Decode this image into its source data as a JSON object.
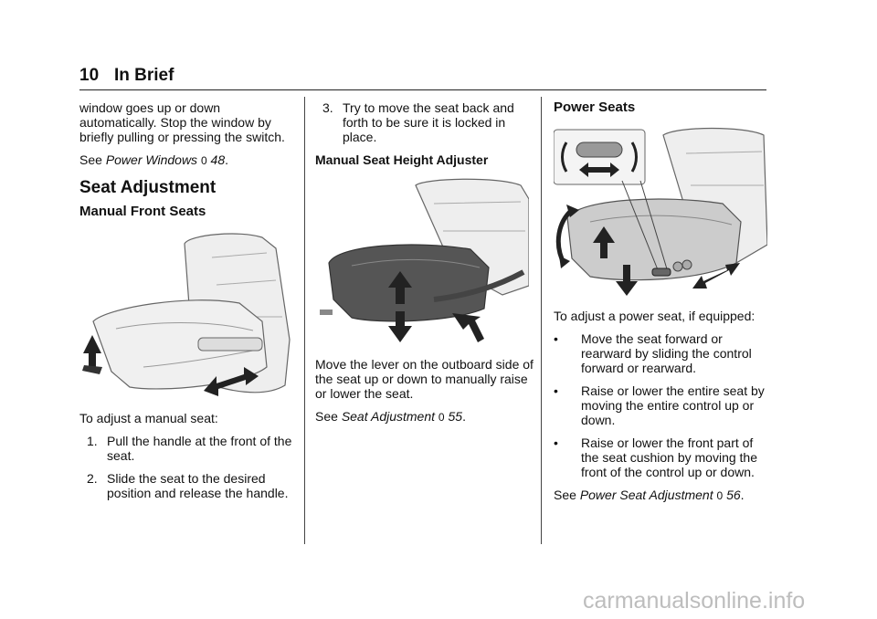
{
  "header": {
    "page_number": "10",
    "section": "In Brief"
  },
  "col1": {
    "intro": "window goes up or down automatically. Stop the window by briefly pulling or pressing the switch.",
    "see_prefix": "See",
    "see_link": "Power Windows",
    "see_symbol": "0",
    "see_page": "48",
    "heading": "Seat Adjustment",
    "subheading": "Manual Front Seats",
    "figure_lead": "To adjust a manual seat:",
    "steps": [
      {
        "n": "1.",
        "text": "Pull the handle at the front of the seat."
      },
      {
        "n": "2.",
        "text": "Slide the seat to the desired position and release the handle."
      }
    ]
  },
  "col2": {
    "step3_n": "3.",
    "step3_text": "Try to move the seat back and forth to be sure it is locked in place.",
    "subheading": "Manual Seat Height Adjuster",
    "body": "Move the lever on the outboard side of the seat up or down to manually raise or lower the seat.",
    "see_prefix": "See",
    "see_link": "Seat Adjustment",
    "see_symbol": "0",
    "see_page": "55"
  },
  "col3": {
    "heading": "Power Seats",
    "lead": "To adjust a power seat, if equipped:",
    "bullet_char": "•",
    "bullets": [
      "Move the seat forward or rearward by sliding the control forward or rearward.",
      "Raise or lower the entire seat by moving the entire control up or down.",
      "Raise or lower the front part of the seat cushion by moving the front of the control up or down."
    ],
    "see_prefix": "See",
    "see_link": "Power Seat Adjustment",
    "see_symbol": "0",
    "see_page": "56"
  },
  "watermark": "carmanualsonline.info"
}
